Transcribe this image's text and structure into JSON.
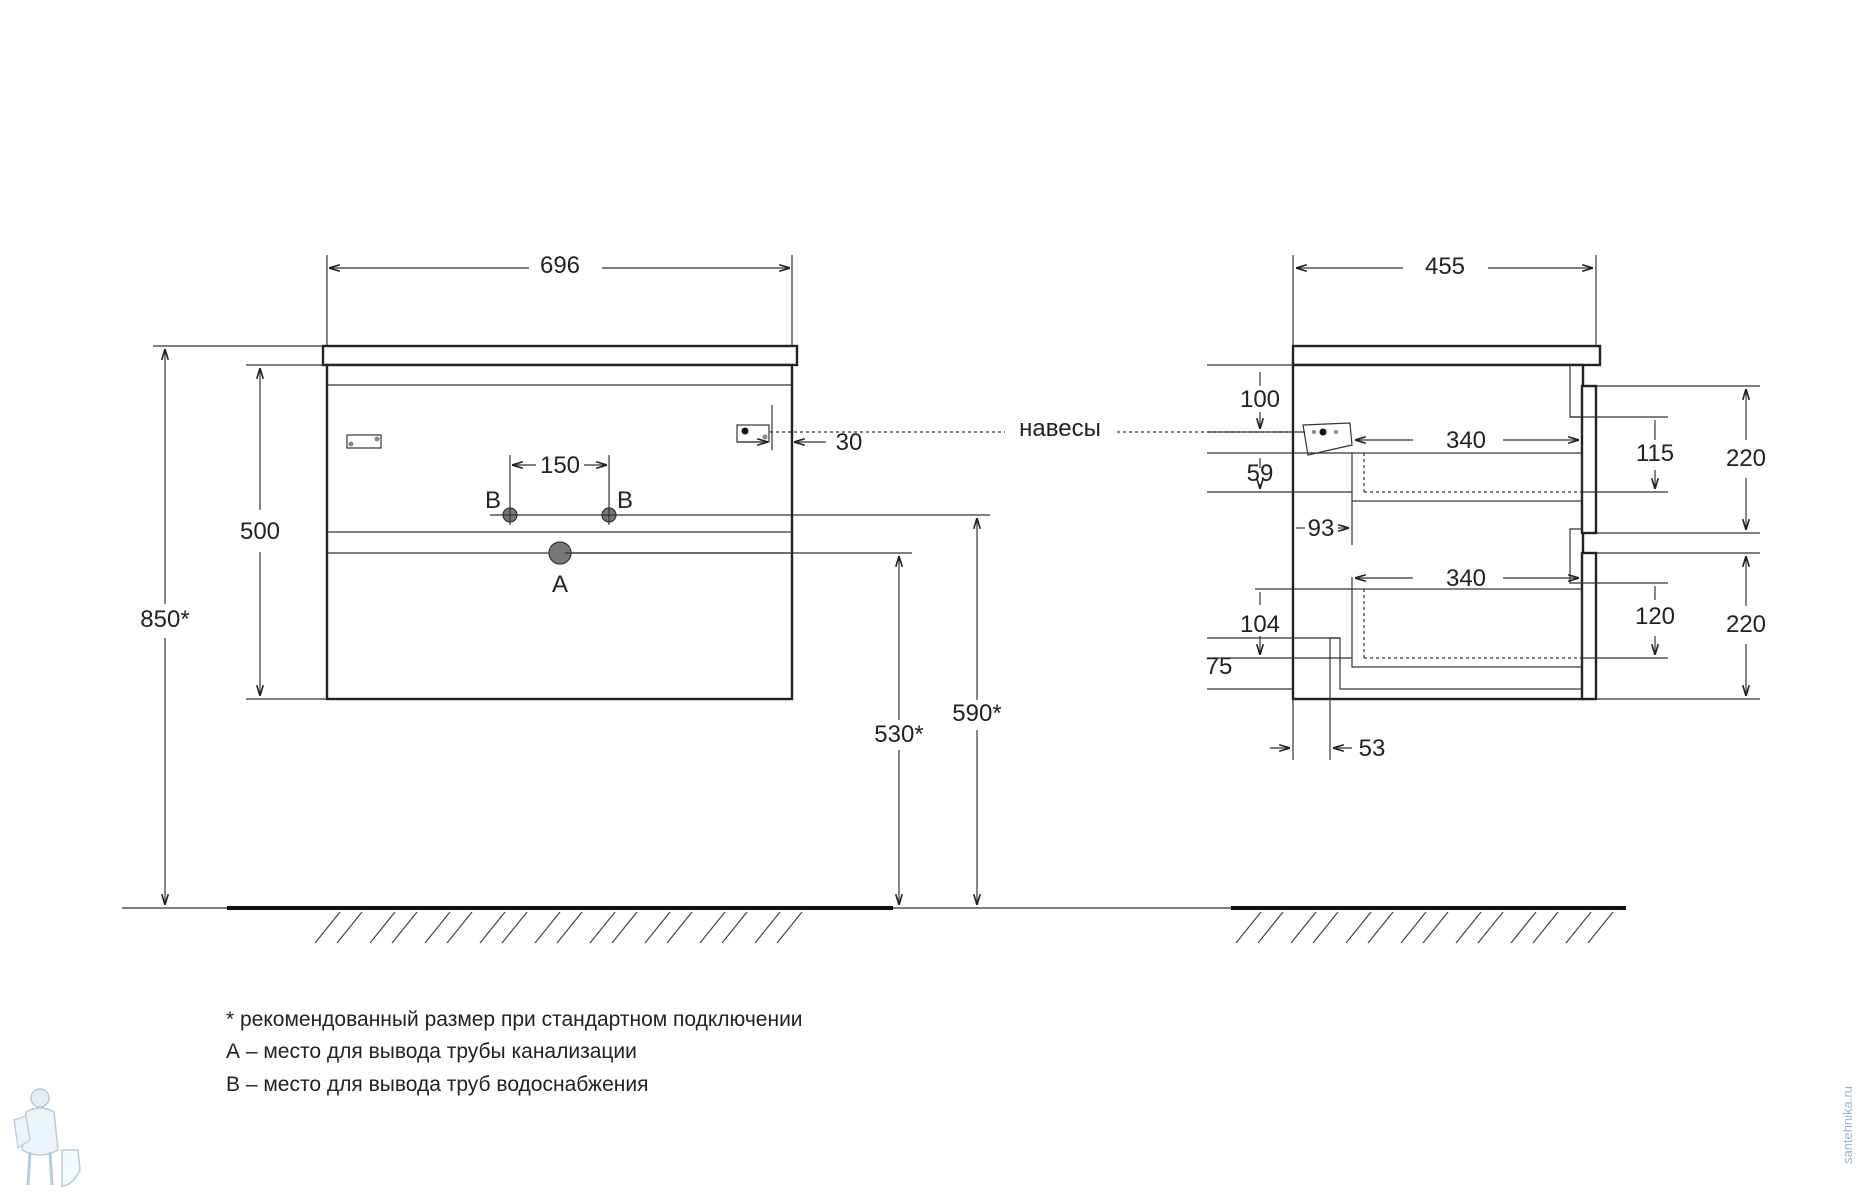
{
  "front_view": {
    "width": "696",
    "total_height": "850*",
    "body_height": "500",
    "pipe_spacing": "150",
    "hanger_offset": "30",
    "water_label_left": "B",
    "water_label_right": "B",
    "drain_label": "A",
    "drain_height": "530*",
    "water_height": "590*"
  },
  "hangers_label": "навесы",
  "side_view": {
    "depth": "455",
    "hanger_drop": "100",
    "drawer_depth_top": "340",
    "drawer_depth_bottom": "340",
    "drawer_inner_top": "115",
    "drawer_inner_bottom": "120",
    "drawer_front_top": "220",
    "drawer_front_bottom": "220",
    "gap_top": "59",
    "back_offset": "93",
    "bottom_104": "104",
    "bottom_75": "75",
    "bottom_53": "53"
  },
  "notes": [
    "* рекомендованный размер при стандартном подключении",
    "А – место для вывода трубы канализации",
    "В – место для вывода труб водоснабжения"
  ],
  "watermark": "santehnika.ru"
}
